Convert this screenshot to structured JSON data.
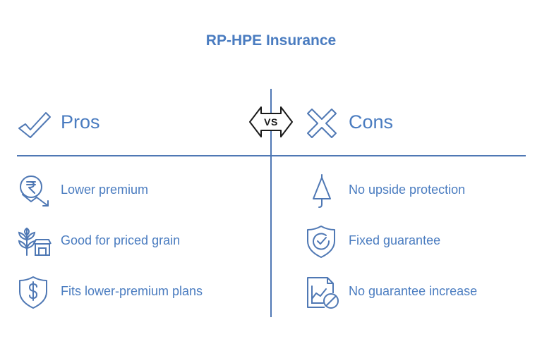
{
  "title": "RP-HPE Insurance",
  "badge": {
    "label": "VS"
  },
  "pros": {
    "heading": "Pros",
    "icon": "check-icon",
    "items": [
      {
        "label": "Lower premium",
        "icon": "rupee-down-icon"
      },
      {
        "label": "Good for priced grain",
        "icon": "grain-store-icon"
      },
      {
        "label": "Fits lower-premium plans",
        "icon": "dollar-shield-icon"
      }
    ]
  },
  "cons": {
    "heading": "Cons",
    "icon": "cross-icon",
    "items": [
      {
        "label": "No upside protection",
        "icon": "umbrella-closed-icon"
      },
      {
        "label": "Fixed guarantee",
        "icon": "check-shield-icon"
      },
      {
        "label": "No guarantee increase",
        "icon": "chart-blocked-icon"
      }
    ]
  },
  "colors": {
    "accent": "#4a7cc0",
    "divider": "#4f78b4",
    "badge_text": "#1a1a1a"
  }
}
